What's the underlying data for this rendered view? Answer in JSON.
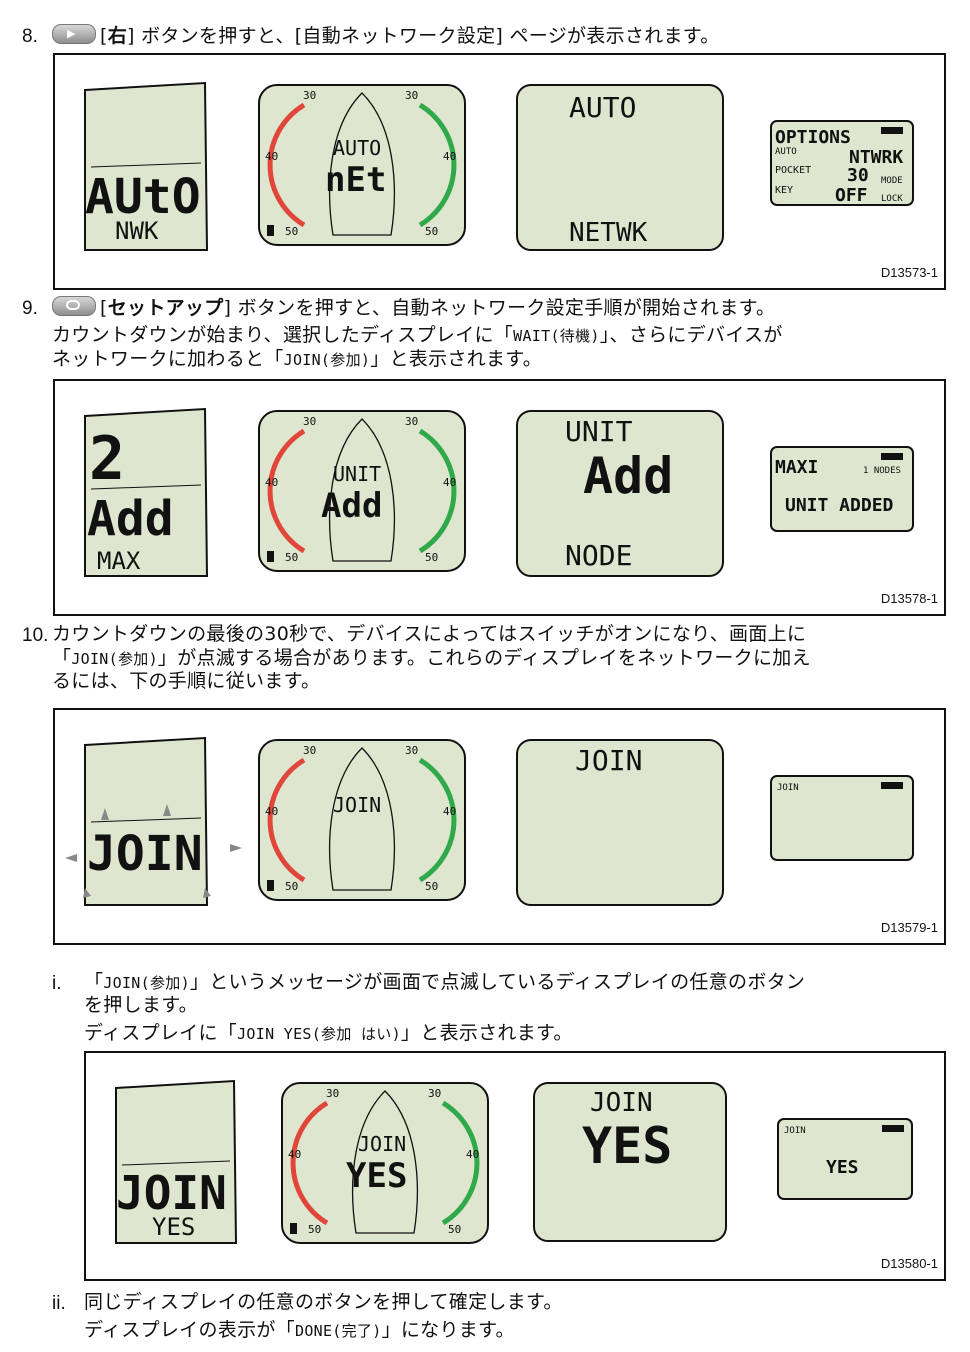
{
  "step8": {
    "number": "8.",
    "text_a": "[",
    "bold": "右",
    "text_b": "] ボタンを押すと、[自動ネットワーク設定] ページが表示されます。"
  },
  "panel1": {
    "code": "D13573-1",
    "d1": {
      "line1": "AUtO",
      "line2": "NWK"
    },
    "d2": {
      "line1": "AUTO",
      "line2": "nEt",
      "ticks": [
        "30",
        "30",
        "40",
        "40",
        "50",
        "50"
      ]
    },
    "d3": {
      "line1": "AUTO",
      "line2": "NETWK"
    },
    "d4": {
      "title": "OPTIONS",
      "r1": "AUTO",
      "r1b": "NTWRK",
      "r2": "POCKET",
      "r2b": "30",
      "r2c": "MODE",
      "r3": "KEY",
      "r3b": "OFF",
      "r3c": "LOCK"
    }
  },
  "step9": {
    "number": "9.",
    "text_a": "[",
    "bold": "セットアップ",
    "text_b": "] ボタンを押すと、自動ネットワーク設定手順が開始されます。",
    "line2_a": "カウントダウンが始まり、選択したディスプレイに「",
    "line2_code": "WAIT(待機)",
    "line2_b": "」、さらにデバイスが",
    "line3_a": "ネットワークに加わると「",
    "line3_code": "JOIN(参加)",
    "line3_b": "」と表示されます。"
  },
  "panel2": {
    "code": "D13578-1",
    "d1": {
      "line0": "2",
      "line1": "Add",
      "line2": "MAX"
    },
    "d2": {
      "line1": "UNIT",
      "line2": "Add"
    },
    "d3": {
      "line1": "UNIT",
      "line2": "Add",
      "line3": "NODE"
    },
    "d4": {
      "title": "MAXI",
      "nodes": "1 NODES",
      "msg": "UNIT ADDED"
    }
  },
  "step10": {
    "number": "10.",
    "line1": "カウントダウンの最後の30秒で、デバイスによってはスイッチがオンになり、画面上に",
    "line2_a": "「",
    "line2_code": "JOIN(参加)",
    "line2_b": "」が点滅する場合があります。これらのディスプレイをネットワークに加え",
    "line3": "るには、下の手順に従います。"
  },
  "panel3": {
    "code": "D13579-1",
    "d1": {
      "line1": "JOIN"
    },
    "d2": {
      "line1": "JOIN"
    },
    "d3": {
      "line1": "JOIN"
    },
    "d4": {
      "line1": "JOIN"
    }
  },
  "substep_i": {
    "marker": "i.",
    "line1_a": "「",
    "line1_code": "JOIN(参加)",
    "line1_b": "」というメッセージが画面で点滅しているディスプレイの任意のボタン",
    "line2": "を押します。",
    "line3_a": "ディスプレイに「",
    "line3_code": "JOIN YES(参加 はい)",
    "line3_b": "」と表示されます。"
  },
  "panel4": {
    "code": "D13580-1",
    "d1": {
      "line1": "JOIN",
      "line2": "YES"
    },
    "d2": {
      "line1": "JOIN",
      "line2": "YES"
    },
    "d3": {
      "line1": "JOIN",
      "line2": "YES"
    },
    "d4": {
      "line1": "JOIN",
      "line2": "YES"
    }
  },
  "substep_ii": {
    "marker": "ii.",
    "line1": "同じディスプレイの任意のボタンを押して確定します。",
    "line2_a": "ディスプレイの表示が「",
    "line2_code": "DONE(完了)",
    "line2_b": "」になります。"
  },
  "colors": {
    "lcd": "#dfe6cf",
    "red_arc": "#e0463a",
    "green_arc": "#2fa94a",
    "border": "#111111"
  }
}
